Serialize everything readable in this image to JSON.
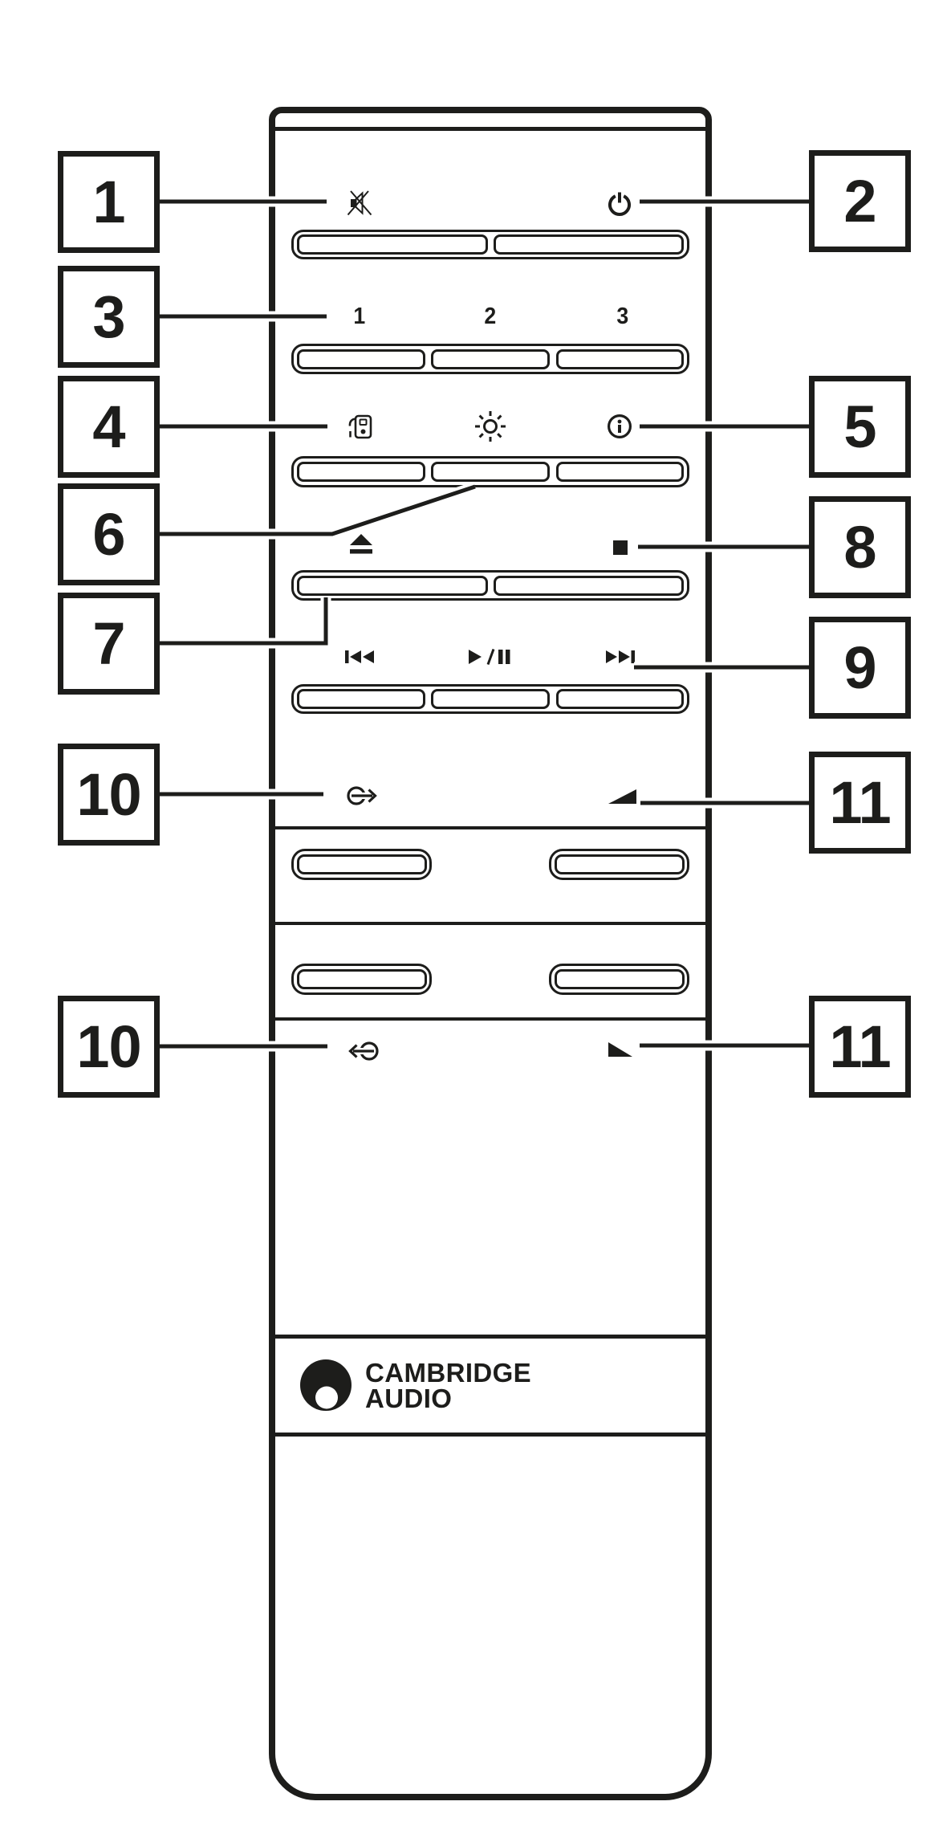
{
  "page": {
    "background": "#ffffff",
    "ink": "#1d1d1b",
    "description": "Cambridge Audio remote control callout diagram"
  },
  "remote": {
    "brand": {
      "name_line1": "CAMBRIDGE",
      "name_line2": "AUDIO",
      "logo_icon": "cambridge-audio-roundel"
    },
    "preset_buttons": [
      "1",
      "2",
      "3"
    ],
    "icons": [
      {
        "name": "mute-icon"
      },
      {
        "name": "power-icon"
      },
      {
        "name": "preset-recall-icon"
      },
      {
        "name": "brightness-icon"
      },
      {
        "name": "info-icon"
      },
      {
        "name": "eject-icon"
      },
      {
        "name": "stop-icon"
      },
      {
        "name": "skip-back-icon"
      },
      {
        "name": "play-pause-icon"
      },
      {
        "name": "skip-forward-icon"
      },
      {
        "name": "source-out-icon"
      },
      {
        "name": "volume-up-icon"
      },
      {
        "name": "source-back-icon"
      },
      {
        "name": "volume-down-icon"
      }
    ]
  },
  "callouts": {
    "c1": {
      "label": "1"
    },
    "c2": {
      "label": "2"
    },
    "c3": {
      "label": "3"
    },
    "c4": {
      "label": "4"
    },
    "c5": {
      "label": "5"
    },
    "c6": {
      "label": "6"
    },
    "c7": {
      "label": "7"
    },
    "c8": {
      "label": "8"
    },
    "c9": {
      "label": "9"
    },
    "c10a": {
      "label": "10"
    },
    "c10b": {
      "label": "10"
    },
    "c11a": {
      "label": "11"
    },
    "c11b": {
      "label": "11"
    }
  }
}
